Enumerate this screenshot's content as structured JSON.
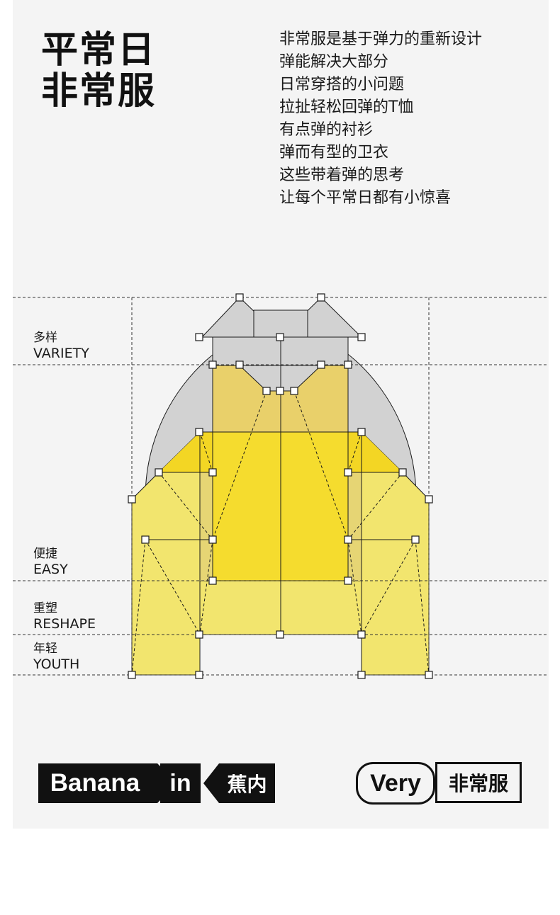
{
  "heading": {
    "line1": "平常日",
    "line2": "非常服"
  },
  "description": [
    "非常服是基于弹力的重新设计",
    "弹能解决大部分",
    "日常穿搭的小问题",
    "拉扯轻松回弹的T恤",
    "有点弹的衬衫",
    "弹而有型的卫衣",
    "这些带着弹的思考",
    "让每个平常日都有小惊喜"
  ],
  "labels": {
    "variety": {
      "zh": "多样",
      "en": "VARIETY"
    },
    "easy": {
      "zh": "便捷",
      "en": "EASY"
    },
    "reshape": {
      "zh": "重塑",
      "en": "RESHAPE"
    },
    "youth": {
      "zh": "年轻",
      "en": "YOUTH"
    }
  },
  "brand": {
    "banana": "Banana",
    "in": "in",
    "jiaonei": "蕉内",
    "very": "Very",
    "feichangfu": "非常服"
  },
  "colors": {
    "background": "#f4f4f4",
    "yellow_bright": "#f5dc2e",
    "yellow_light": "#f3e66a",
    "gray": "#d2d2d2",
    "black": "#111111"
  }
}
